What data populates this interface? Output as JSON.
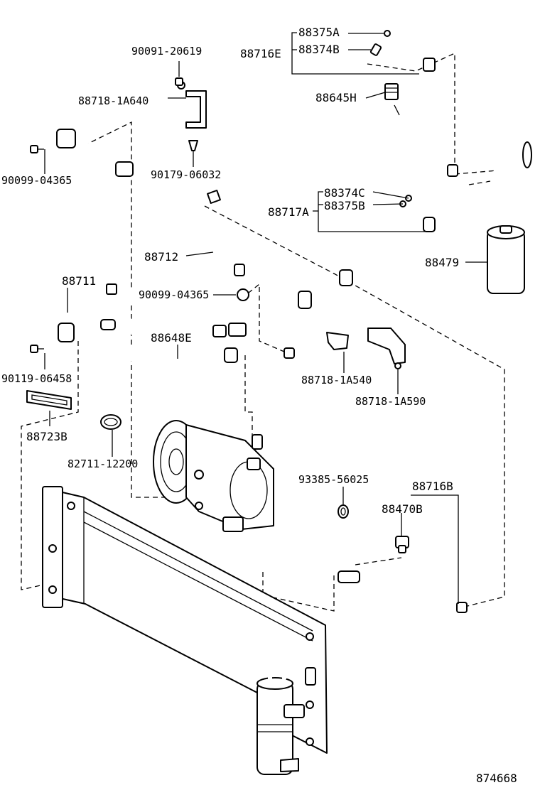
{
  "labels": {
    "p88375A": "88375A",
    "p88374B": "88374B",
    "p88716E": "88716E",
    "p90091_20619": "90091-20619",
    "p88645H": "88645H",
    "p88718_1A640": "88718-1A640",
    "p90099_04365_top": "90099-04365",
    "p90179_06032": "90179-06032",
    "p88374C": "88374C",
    "p88375B": "88375B",
    "p88717A": "88717A",
    "p88712": "88712",
    "p88479": "88479",
    "p88711": "88711",
    "p90099_04365_mid": "90099-04365",
    "p88648E": "88648E",
    "p90119_06458": "90119-06458",
    "p88718_1A540": "88718-1A540",
    "p88718_1A590": "88718-1A590",
    "p88723B": "88723B",
    "p82711_12200": "82711-12200",
    "p93385_56025": "93385-56025",
    "p88716B": "88716B",
    "p88470B": "88470B",
    "diagram_number": "874668"
  }
}
